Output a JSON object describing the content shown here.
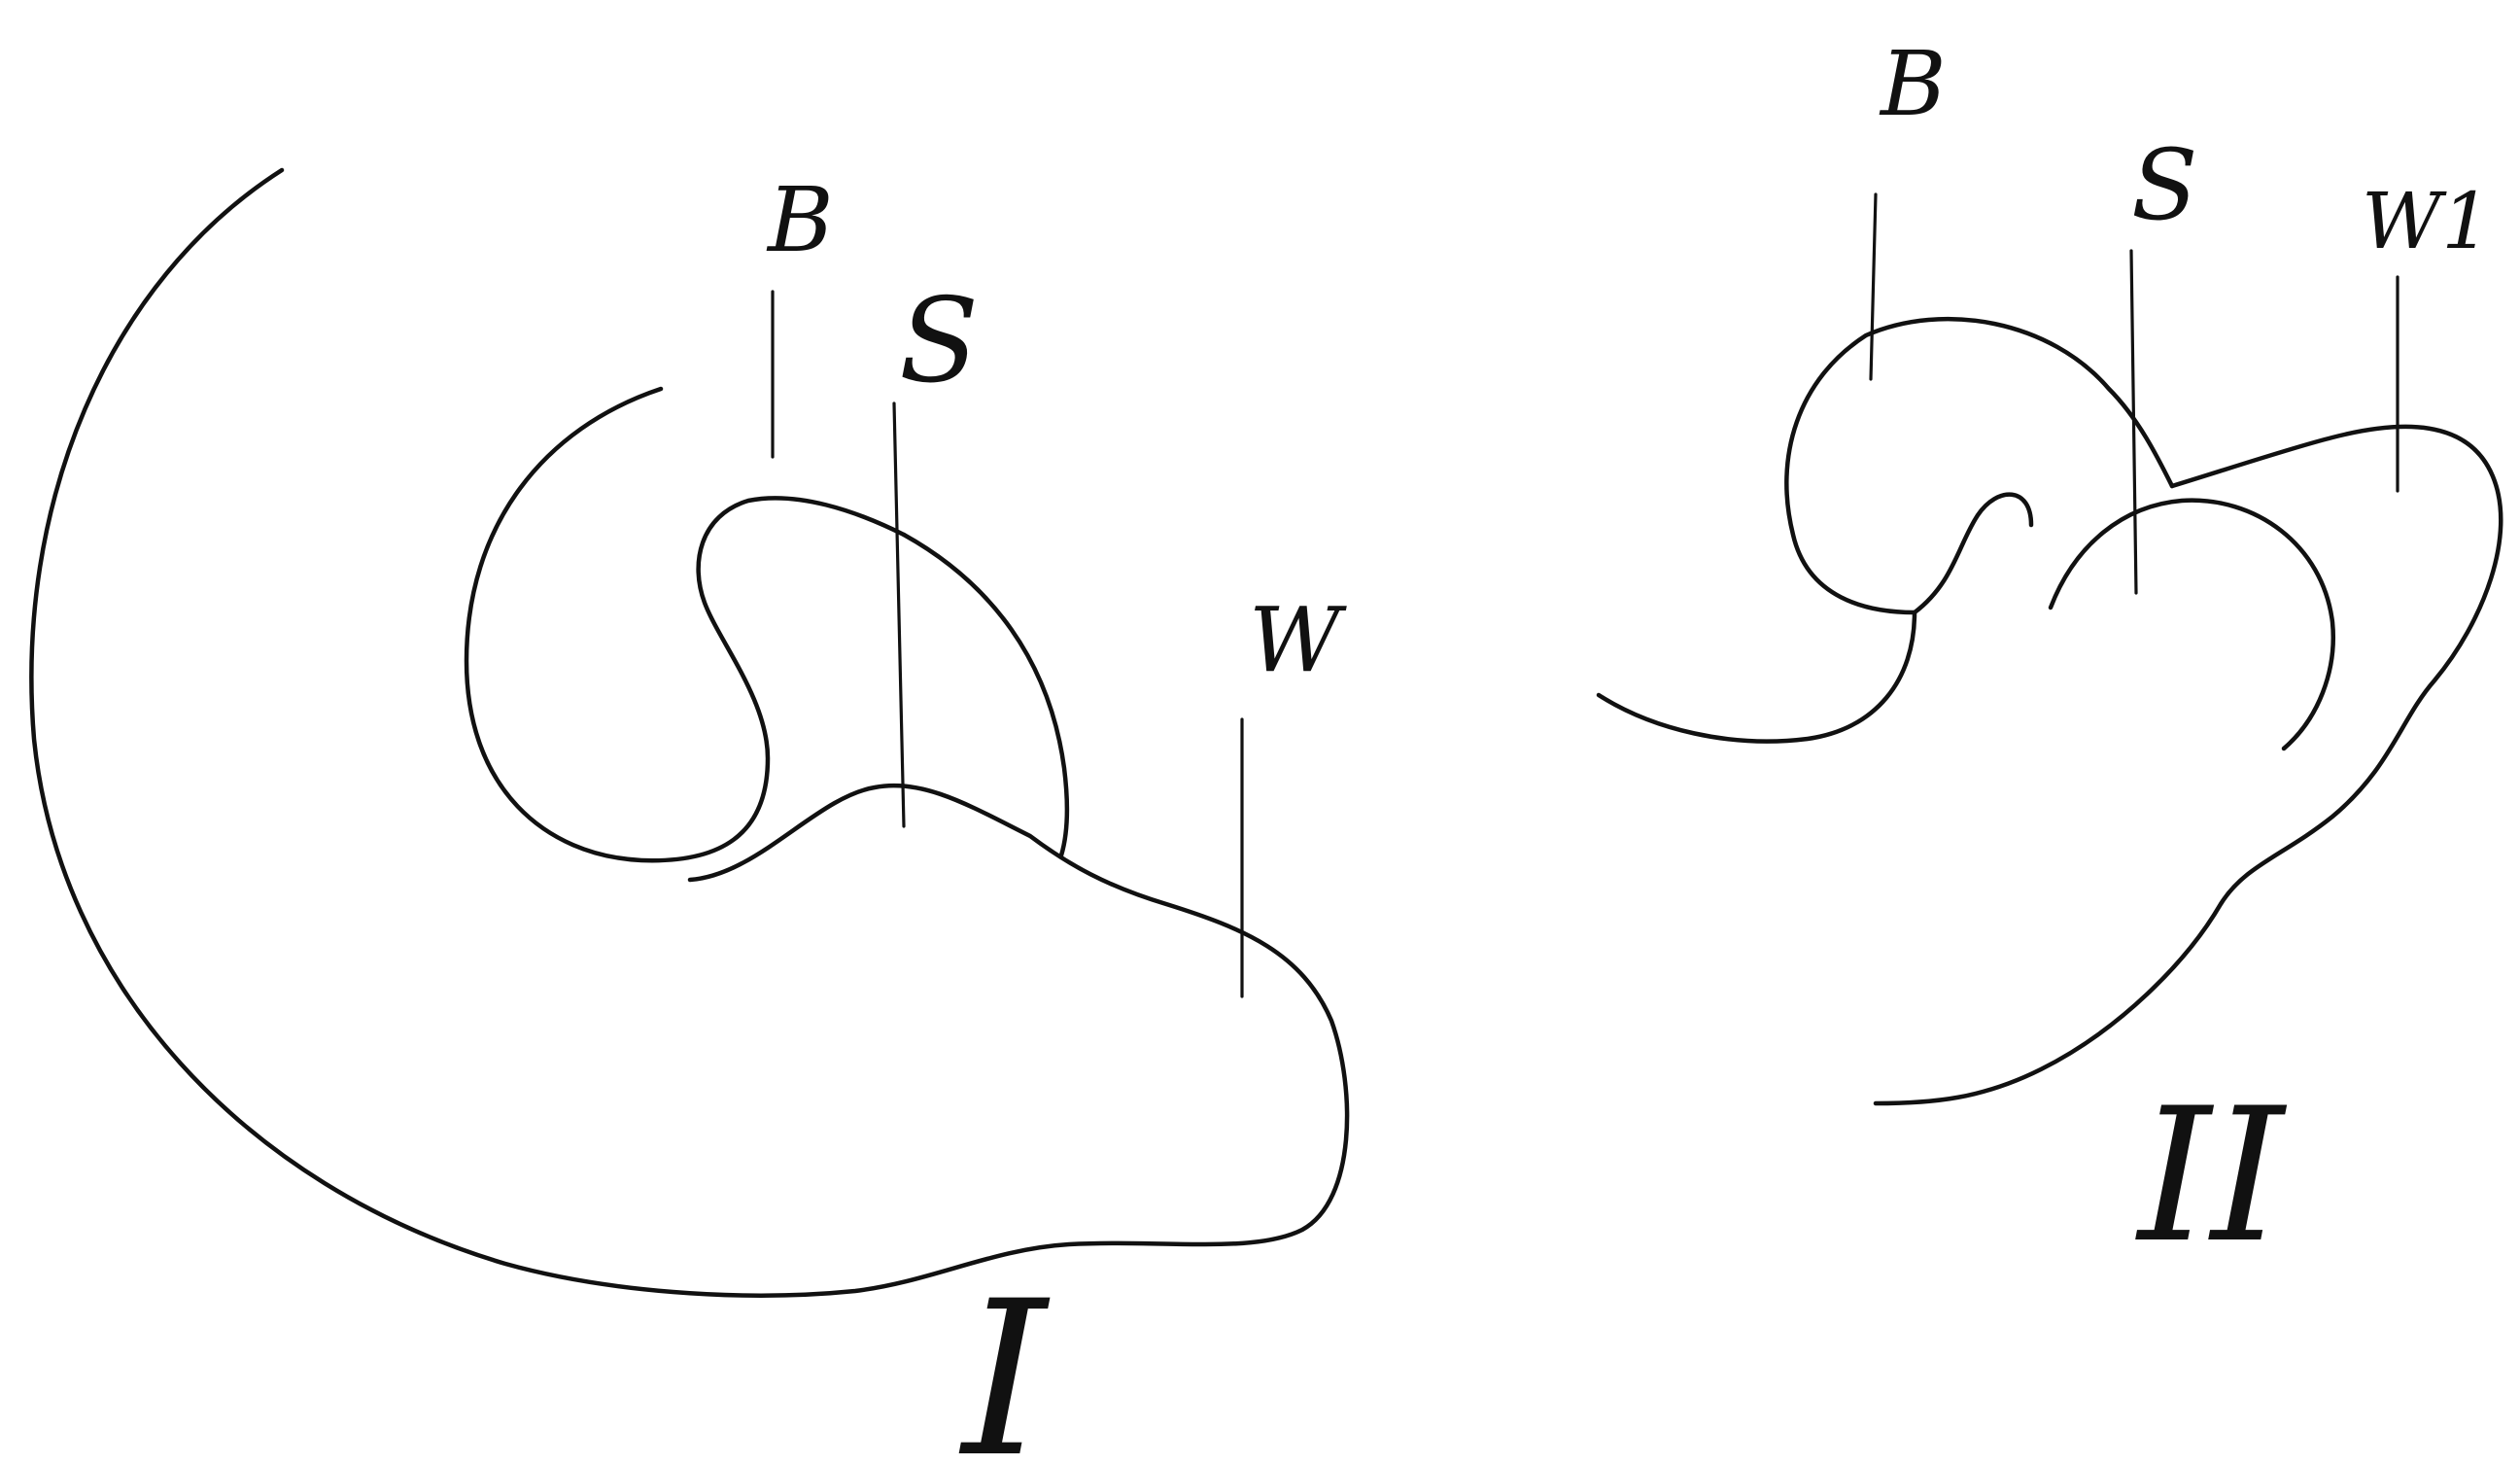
{
  "figures": [
    {
      "id": "I",
      "numeral": "I",
      "labels": {
        "b": "B",
        "s": "S",
        "w": "W"
      }
    },
    {
      "id": "II",
      "numeral": "II",
      "labels": {
        "b": "B",
        "s": "S",
        "w": "W1"
      }
    }
  ],
  "colors": {
    "ink": "#111111",
    "background": "#ffffff"
  }
}
